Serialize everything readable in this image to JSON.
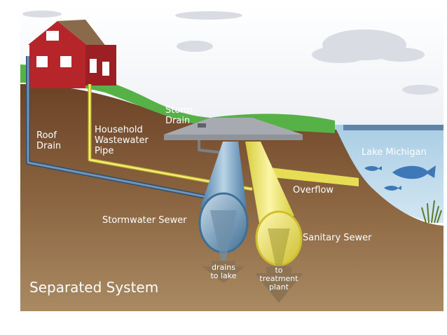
{
  "labels": {
    "roof_drain": [
      "Roof",
      "Drain"
    ],
    "household_pipe": [
      "Household",
      "Wastewater",
      "Pipe"
    ],
    "storm_drain": [
      "Storm",
      "Drain"
    ],
    "lake": "Lake Michigan",
    "overflow": "Overflow",
    "stormwater_sewer": "Stormwater Sewer",
    "sanitary_sewer": "Sanitary Sewer",
    "drains_to_lake": [
      "drains",
      "to lake"
    ],
    "to_treatment": [
      "to",
      "treatment",
      "plant"
    ],
    "title": "Separated System"
  },
  "colors": {
    "sky": "#e9eef5",
    "grass": "#56b247",
    "soil_top": "#6e4428",
    "soil_bottom": "#a07a55",
    "lake": "#b6d6ea",
    "house": "#b5252a",
    "roof": "#8a6a4a",
    "storm_pipe": "#3f6f94",
    "sanitary_pipe": "#e6dd55",
    "drain_cover": "#8f939a"
  }
}
